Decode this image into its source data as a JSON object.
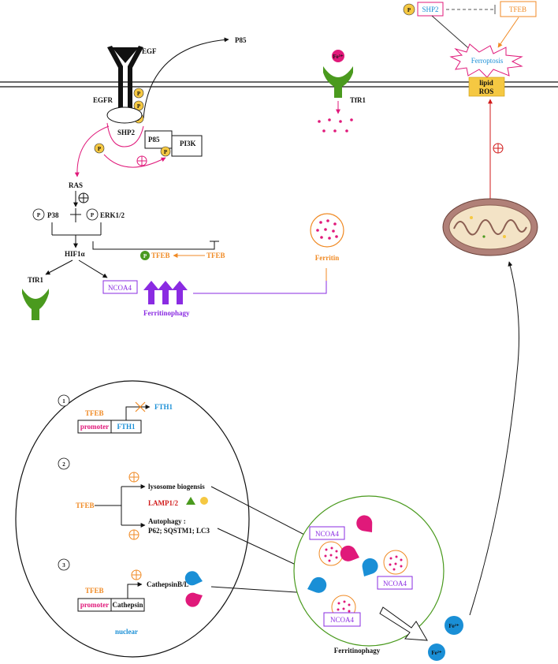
{
  "top": {
    "p_badge": "P",
    "shp2": "SHP2",
    "tfeb": "TFEB",
    "ferroptosis": "Ferroptosis",
    "lipid_ros_line1": "lipid",
    "lipid_ros_line2": "ROS"
  },
  "egf_pathway": {
    "egf": "EGF",
    "egfr": "EGFR",
    "p85_out": "P85",
    "p85": "P85",
    "pi3k": "PI3K",
    "shp2": "SHP2",
    "p": "P",
    "ras": "RAS",
    "p38": "P38",
    "erk": "ERK1/2",
    "hif": "HIF1α",
    "tfr1": "TfR1",
    "ncoa4": "NCOA4",
    "ferritinophagy": "Ferritinophagy",
    "tfeb_p": "TFEB",
    "tfeb": "TFEB"
  },
  "transferrin": {
    "fe": "Fe³⁺",
    "tfr1": "TfR1"
  },
  "ferritin_label": "Ferritin",
  "nucleus": {
    "step1": "1",
    "step2": "2",
    "step3": "3",
    "tfeb1": "TFEB",
    "fth1_target": "FTH1",
    "promoter1": "promoter",
    "fth1_box": "FTH1",
    "tfeb2": "TFEB",
    "lysosome": "lysosome biogensis",
    "lamp": "LAMP1/2",
    "autophagy_line1": "Autophagy :",
    "autophagy_line2": "P62; SQSTM1; LC3",
    "tfeb3": "TFEB",
    "cathepsin_target": "CathepsinB/L",
    "promoter3": "promoter",
    "cathepsin_box": "Cathepsin",
    "nuclear": "nuclear"
  },
  "lysosome": {
    "ncoa4_a": "NCOA4",
    "ncoa4_b": "NCOA4",
    "ncoa4_c": "NCOA4",
    "caption": "Ferritinophagy"
  },
  "iron": {
    "fe1": "Fe²⁺",
    "fe2": "Fe²⁺"
  },
  "colors": {
    "green": "#4a9a1e",
    "pink": "#e0197a",
    "orange": "#f08a24",
    "purple": "#8a2be2",
    "blue": "#1a8fd6",
    "yellow": "#f5c842",
    "red": "#d11a1a"
  }
}
